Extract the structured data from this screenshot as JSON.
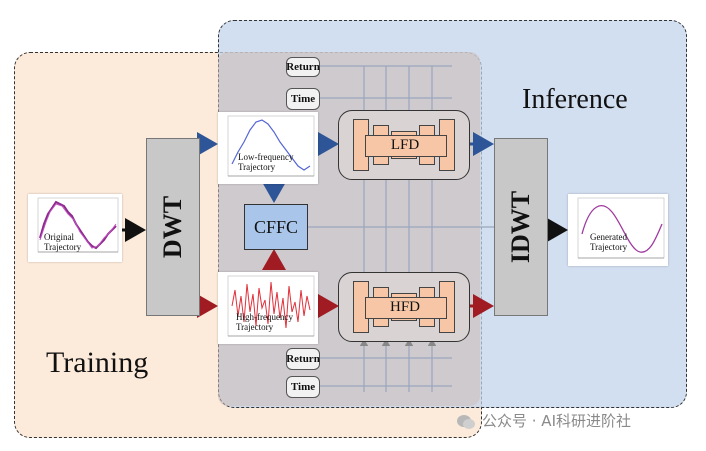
{
  "regions": {
    "training_label": "Training",
    "inference_label": "Inference"
  },
  "blocks": {
    "dwt": "DWT",
    "idwt": "IDWT",
    "cffc": "CFFC",
    "lfd": "LFD",
    "hfd": "HFD"
  },
  "inputs": {
    "return_top": "Return",
    "time_top": "Time",
    "return_bottom": "Return",
    "time_bottom": "Time"
  },
  "plots": {
    "original": "Original Trajectory",
    "low_frequency": "Low-frequency Trajectory",
    "high_frequency": "High-frequency Trajectory",
    "generated": "Generated Trajectory"
  },
  "watermark": "公众号 · AI科研进阶社",
  "colors": {
    "training_bg": "#fadec6",
    "inference_bg": "#c0d2ea",
    "low_arrow": "#2e5597",
    "high_arrow": "#a01c22",
    "cffc_fill": "#a9c6ea",
    "unet_block": "#f6c6a6"
  }
}
